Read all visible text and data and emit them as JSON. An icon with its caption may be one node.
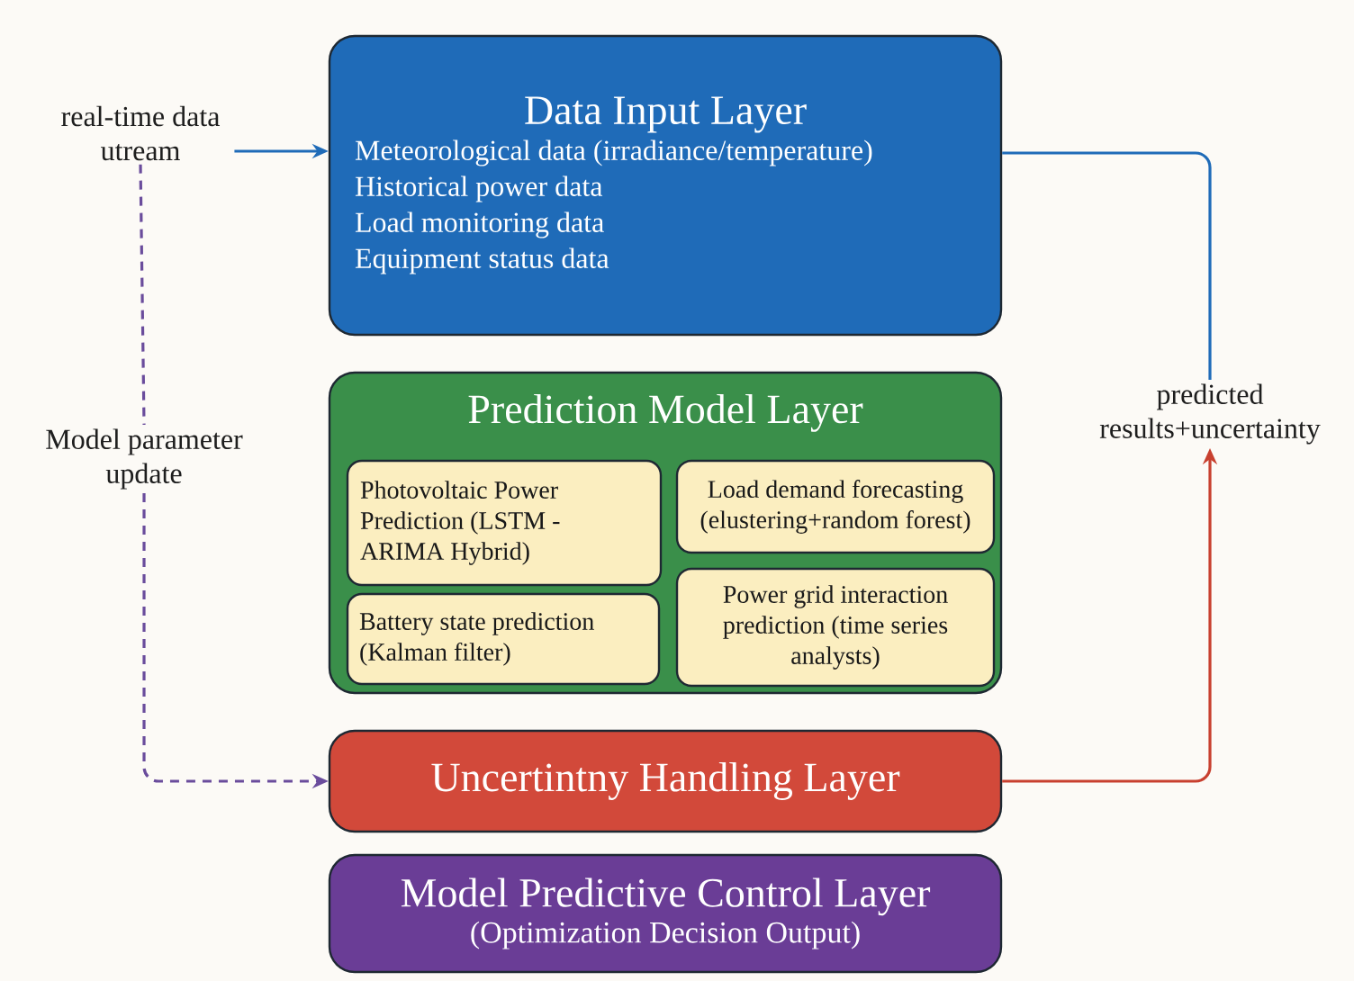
{
  "diagram": {
    "nodes": [
      {
        "text": [
          "real-time data utream"
        ]
      },
      {
        "text": [
          "Data Input Layer",
          "Meteorological data (irradiance/temperature)",
          "Historical power data",
          "Load monitoring data",
          "Equipment status data"
        ]
      },
      {
        "text": [
          "Prediction Model Layer"
        ]
      },
      {
        "text": [
          "Photovoltaic Power Prediction (LSTM - ARIMA Hybrid)"
        ],
        "in": 2
      },
      {
        "text": [
          "Load demand forecasting (elustering+random forest)"
        ],
        "in": 2
      },
      {
        "text": [
          "Battery state prediction (Kalman filter)"
        ],
        "in": 2
      },
      {
        "text": [
          "Power grid interaction prediction (time series analysts)"
        ],
        "in": 2
      },
      {
        "text": [
          "Uncertintny Handling Layer"
        ]
      },
      {
        "text": [
          "Model Predictive Control Layer",
          "(Optimization Decision Output)"
        ]
      },
      {
        "text": [
          "Model parameter update"
        ]
      },
      {
        "text": [
          "predicted results+uncertainty"
        ]
      }
    ],
    "edges": [
      {
        "from": 0,
        "to": 1,
        "arrow": "to",
        "color": "#1f6bb8"
      },
      {
        "from": 1,
        "to": 10,
        "arrow": "none",
        "color": "#1f6bb8"
      },
      {
        "from": 7,
        "to": 10,
        "arrow": "to",
        "color": "#c8402f"
      },
      {
        "from": 0,
        "to": 9,
        "arrow": "none",
        "style": "dashed",
        "color": "#6a4c9c"
      },
      {
        "from": 9,
        "to": 7,
        "arrow": "to",
        "style": "dashed",
        "color": "#6a4c9c"
      }
    ]
  }
}
